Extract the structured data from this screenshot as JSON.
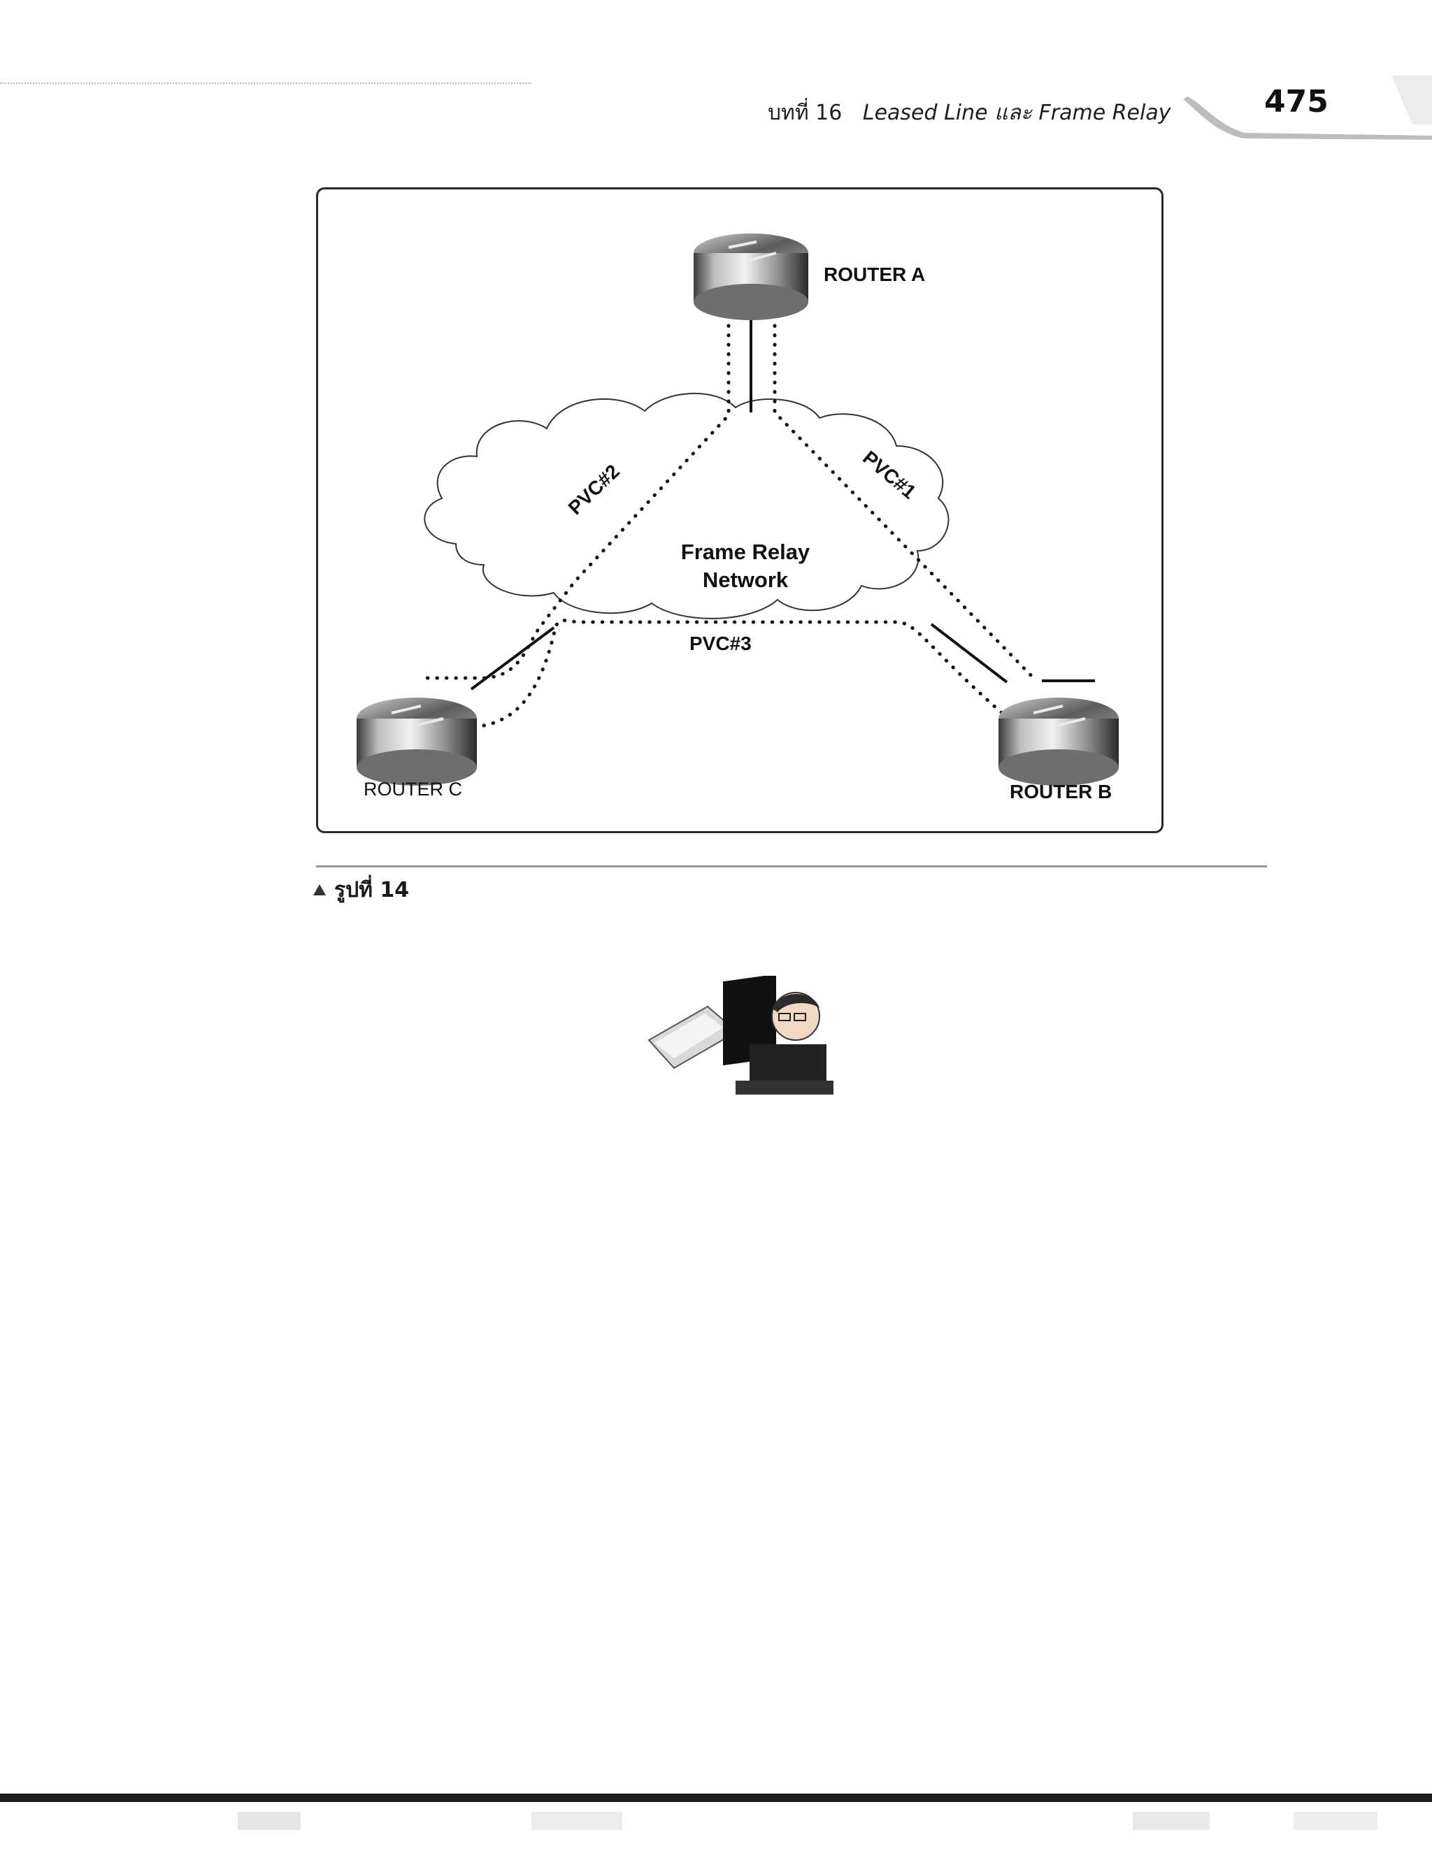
{
  "header": {
    "chapter": "บทที่ 16",
    "title": "Leased Line และ Frame Relay",
    "page_number": "475"
  },
  "figure": {
    "routers": {
      "a": "ROUTER A",
      "b": "ROUTER B",
      "c": "ROUTER C"
    },
    "cloud": {
      "line1": "Frame Relay",
      "line2": "Network"
    },
    "pvcs": {
      "pvc1": "PVC#1",
      "pvc2": "PVC#2",
      "pvc3": "PVC#3"
    },
    "caption": "รูปที่ 14"
  },
  "clipart_icon": "person-at-laptop-icon"
}
